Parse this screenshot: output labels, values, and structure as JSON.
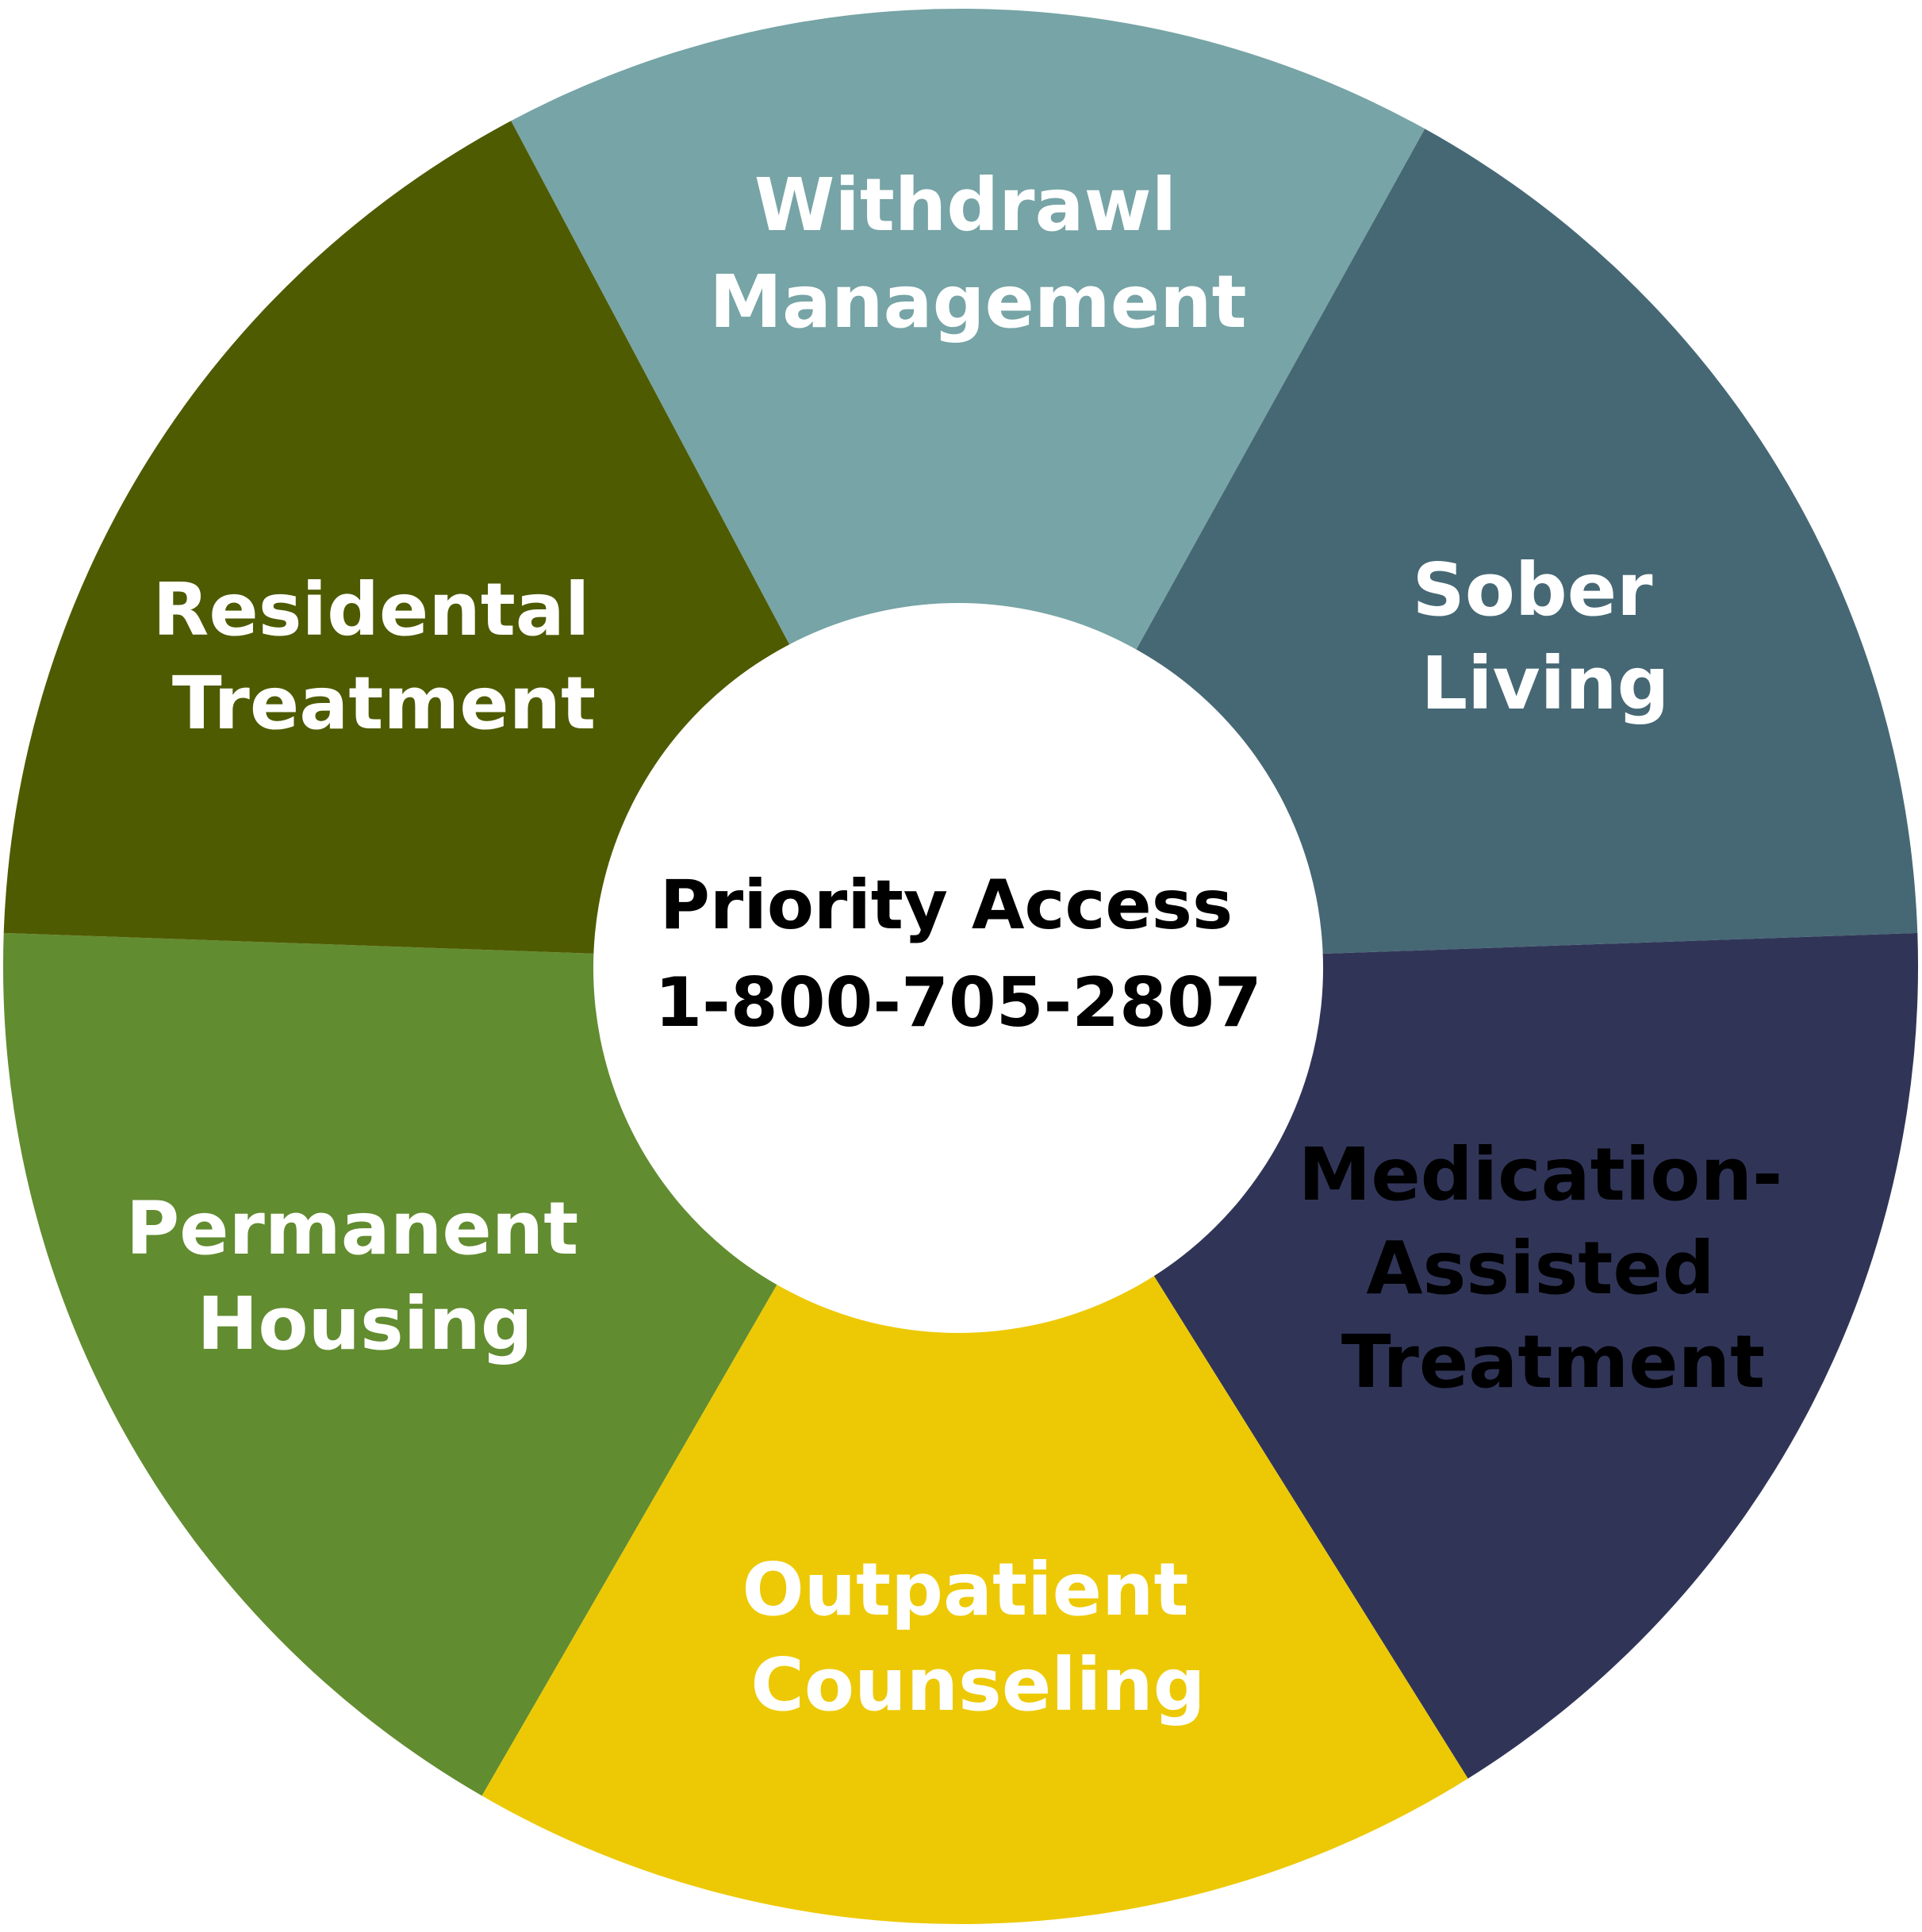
{
  "center": {
    "line1": "Priority Access",
    "line2": "1-800-705-2807",
    "fill": "#ffffff",
    "text_color": "#000000"
  },
  "segments": [
    {
      "id": "withdrawal-management",
      "lines": [
        "Withdrawl",
        "Management"
      ],
      "color": "#466874",
      "text_color": "#ffffff"
    },
    {
      "id": "sober-living",
      "lines": [
        "Sober",
        "Living"
      ],
      "color": "#303558",
      "text_color": "#ffffff"
    },
    {
      "id": "medication-assisted-treatment",
      "lines": [
        "Medication-",
        "Assisted",
        "Treatment"
      ],
      "color": "#edc905",
      "text_color": "#000000"
    },
    {
      "id": "outpatient-counseling",
      "lines": [
        "Outpatient",
        "Counseling"
      ],
      "color": "#628c30",
      "text_color": "#ffffff"
    },
    {
      "id": "permanent-housing",
      "lines": [
        "Permanent",
        "Housing"
      ],
      "color": "#4f5b01",
      "text_color": "#ffffff"
    },
    {
      "id": "residential-treatment",
      "lines": [
        "Residental",
        "Treatment"
      ],
      "color": "#77a4a6",
      "text_color": "#ffffff"
    }
  ]
}
